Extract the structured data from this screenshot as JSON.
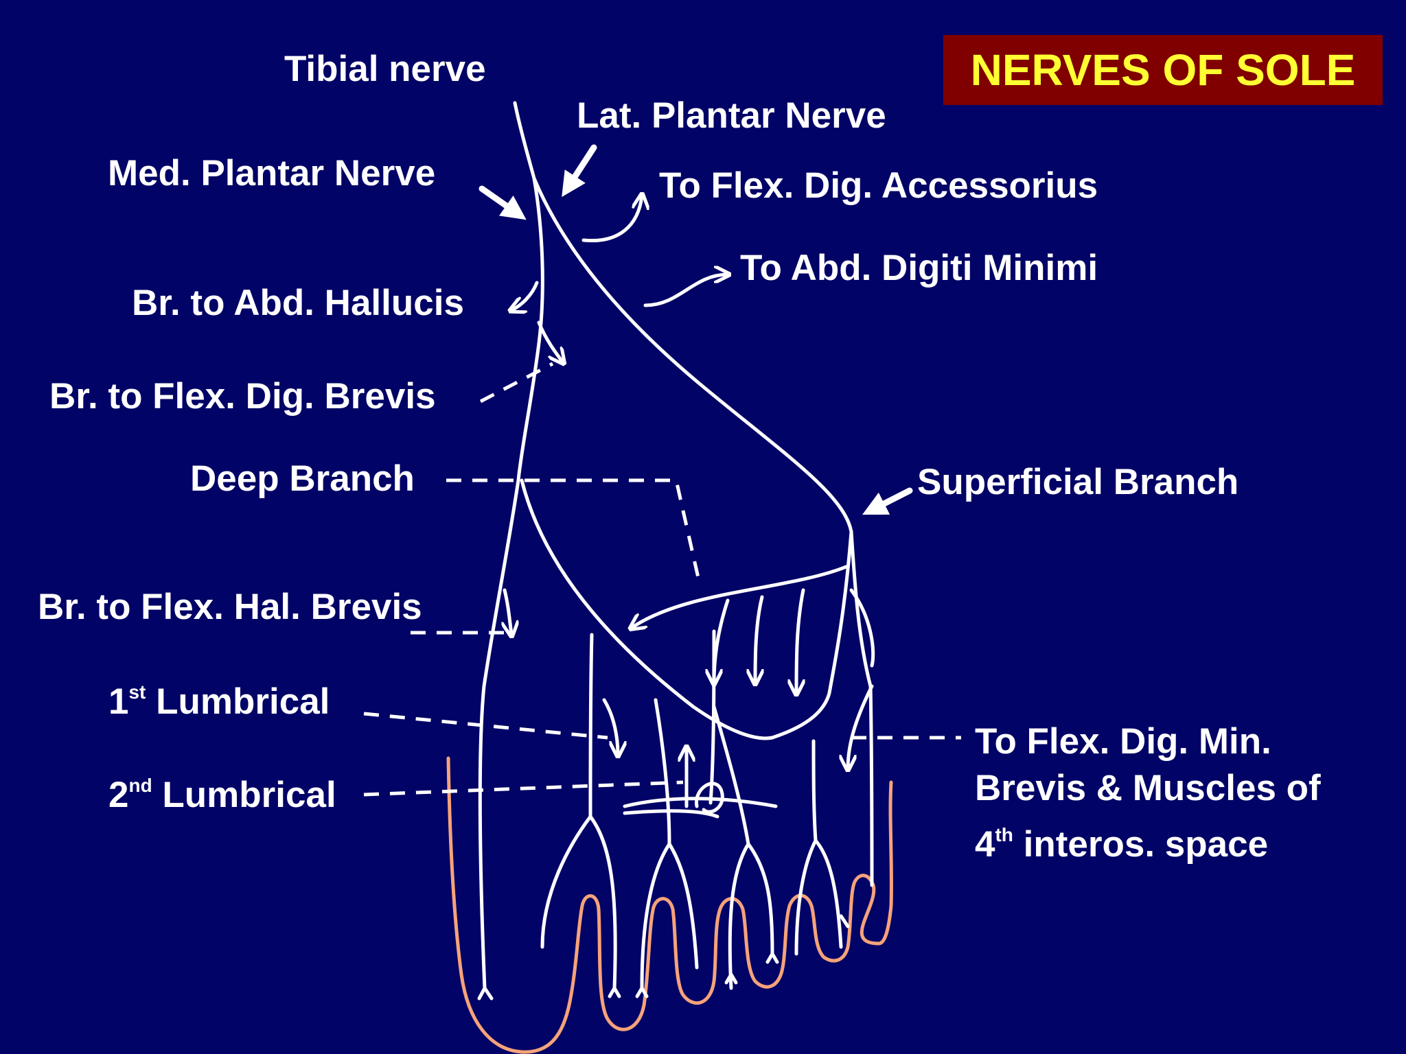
{
  "title": "NERVES OF SOLE",
  "colors": {
    "background": "#020366",
    "title_box": "#800000",
    "title_text": "#ffff33",
    "nerve_lines": "#ffffff",
    "toe_outline": "#f5a37a"
  },
  "labels": {
    "tibial_nerve": "Tibial nerve",
    "lat_plantar_nerve": "Lat. Plantar Nerve",
    "med_plantar_nerve": "Med. Plantar Nerve",
    "to_flex_dig_accessorius": "To Flex. Dig. Accessorius",
    "to_abd_digiti_minimi": "To Abd. Digiti Minimi",
    "br_to_abd_hallucis": "Br. to Abd. Hallucis",
    "br_to_flex_dig_brevis": "Br. to Flex. Dig. Brevis",
    "deep_branch": "Deep Branch",
    "superficial_branch": "Superficial Branch",
    "br_to_flex_hal_brevis": "Br. to Flex. Hal. Brevis",
    "lumbrical_1_num": "1",
    "lumbrical_1_sup": "st",
    "lumbrical_1_text": " Lumbrical",
    "lumbrical_2_num": "2",
    "lumbrical_2_sup": "nd",
    "lumbrical_2_text": " Lumbrical",
    "to_flex_dig_min_line1": "To Flex. Dig. Min.",
    "to_flex_dig_min_line2": "Brevis & Muscles of",
    "to_flex_dig_min_line3_num": "4",
    "to_flex_dig_min_line3_sup": "th",
    "to_flex_dig_min_line3_text": " interos. space"
  }
}
